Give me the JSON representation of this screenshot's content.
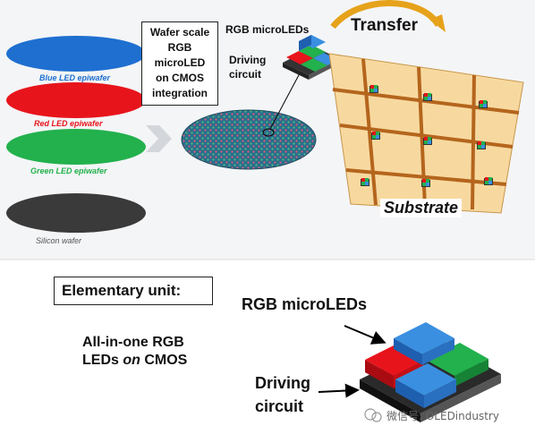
{
  "wafers": {
    "blue_label": "Blue LED epiwafer",
    "red_label": "Red LED epiwafer",
    "green_label": "Green LED epiwafer",
    "silicon_label": "Silicon wafer"
  },
  "integration_box": {
    "line1": "Wafer scale",
    "line2": "RGB",
    "line3": "microLED",
    "line4": "on CMOS",
    "line5": "integration"
  },
  "top_chip": {
    "rgb_label": "RGB microLEDs",
    "driving_line1": "Driving",
    "driving_line2": "circuit"
  },
  "transfer_label": "Transfer",
  "substrate_label": "Substrate",
  "elementary": {
    "title": "Elementary unit:",
    "all_in_one_line1": "All-in-one RGB",
    "all_in_one_line2_a": "LEDs ",
    "all_in_one_line2_b": "on",
    "all_in_one_line2_c": " CMOS",
    "rgb_label": "RGB microLEDs",
    "driving_line1": "Driving",
    "driving_line2": "circuit"
  },
  "watermark": "微信号: OLEDindustry",
  "colors": {
    "blue": "#1e6fd0",
    "red": "#e8141c",
    "green": "#22b14c",
    "silicon": "#3a3a3a",
    "substrate": "#f7d9a0",
    "grid_line": "#b5651d"
  }
}
